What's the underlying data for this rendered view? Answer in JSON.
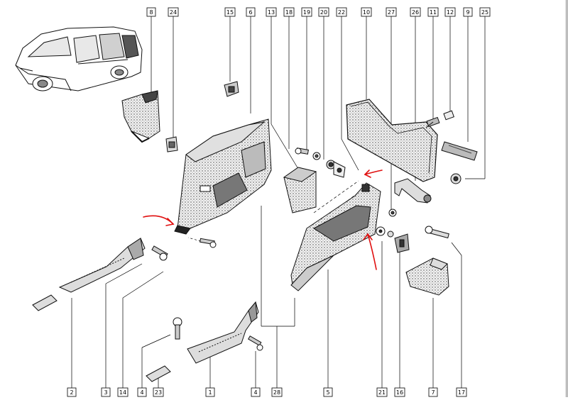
{
  "diagram": {
    "colors": {
      "ink": "#111111",
      "fill": "#d9d9d9",
      "highlight": "#e01010",
      "background": "#ffffff"
    },
    "top_callouts": [
      "8",
      "24",
      "15",
      "6",
      "13",
      "18",
      "19",
      "20",
      "22",
      "10",
      "27",
      "26",
      "11",
      "12",
      "9",
      "25"
    ],
    "bottom_callouts": [
      "2",
      "3",
      "14",
      "4",
      "23",
      "1",
      "4",
      "28",
      "5",
      "21",
      "16",
      "7",
      "17"
    ],
    "markers": [
      "red-arrow-left-bracket",
      "red-arrow-clip",
      "red-arrow-trim-bottom"
    ]
  }
}
